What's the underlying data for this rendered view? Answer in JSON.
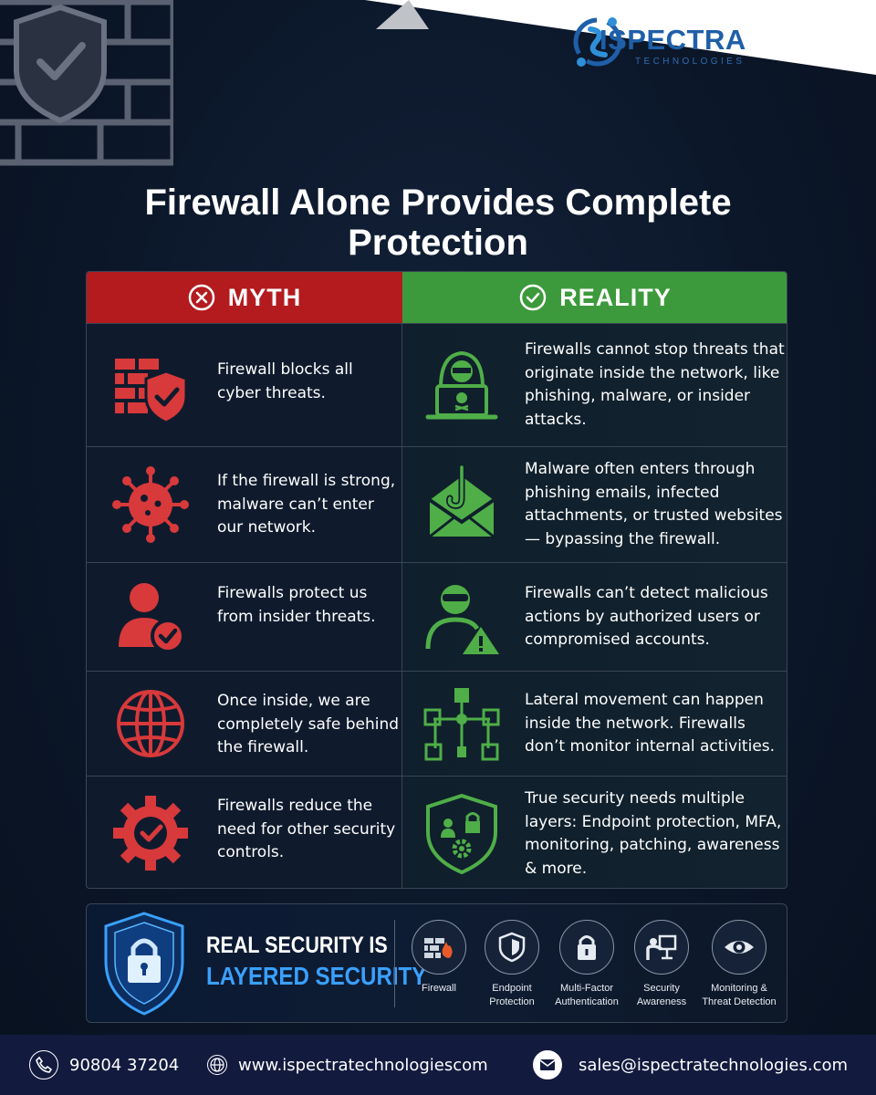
{
  "brand": {
    "name": "ISPECTRA",
    "subtitle": "TECHNOLOGIES"
  },
  "title": "Firewall Alone Provides Complete Protection",
  "headers": {
    "myth": "MYTH",
    "reality": "REALITY"
  },
  "rows": [
    {
      "myth_icon": "firewall-shield-icon",
      "myth": "Firewall blocks all cyber threats.",
      "reality_icon": "hacker-laptop-icon",
      "reality": "Firewalls cannot stop threats that originate inside the network, like phishing, malware, or insider attacks."
    },
    {
      "myth_icon": "virus-icon",
      "myth": "If the firewall is strong, malware can’t enter our network.",
      "reality_icon": "phishing-email-icon",
      "reality": "Malware often enters through phishing emails, infected attachments, or trusted websites — bypassing the firewall."
    },
    {
      "myth_icon": "user-check-icon",
      "myth": "Firewalls protect us from insider threats.",
      "reality_icon": "insider-warning-icon",
      "reality": "Firewalls can’t detect malicious actions by authorized users or compromised accounts."
    },
    {
      "myth_icon": "globe-icon",
      "myth": "Once inside, we are completely safe behind the firewall.",
      "reality_icon": "network-nodes-icon",
      "reality": "Lateral movement can happen inside the network. Firewalls don’t monitor internal activities."
    },
    {
      "myth_icon": "gear-check-icon",
      "myth": "Firewalls reduce the need for other security controls.",
      "reality_icon": "security-layers-shield-icon",
      "reality": "True security needs multiple layers: Endpoint protection, MFA, monitoring, patching, awareness & more."
    }
  ],
  "banner": {
    "line1": "REAL SECURITY IS",
    "line2": "LAYERED SECURITY",
    "layers": [
      {
        "icon": "firewall-icon",
        "label": "Firewall"
      },
      {
        "icon": "endpoint-shield-icon",
        "label": "Endpoint Protection"
      },
      {
        "icon": "padlock-icon",
        "label": "Multi-Factor Authentication"
      },
      {
        "icon": "presenter-icon",
        "label": "Security Awareness"
      },
      {
        "icon": "eye-icon",
        "label": "Monitoring & Threat Detection"
      }
    ]
  },
  "contact": {
    "phone": "90804 37204",
    "website": "www.ispectratechnologiescom",
    "email": "sales@ispectratechnologies.com"
  },
  "colors": {
    "myth_red": "#b31b1f",
    "reality_green": "#3d9a3c",
    "icon_red": "#d8393b",
    "icon_green": "#4fae48",
    "accent_blue": "#3aa0ff",
    "footer_navy": "#121a3e"
  }
}
